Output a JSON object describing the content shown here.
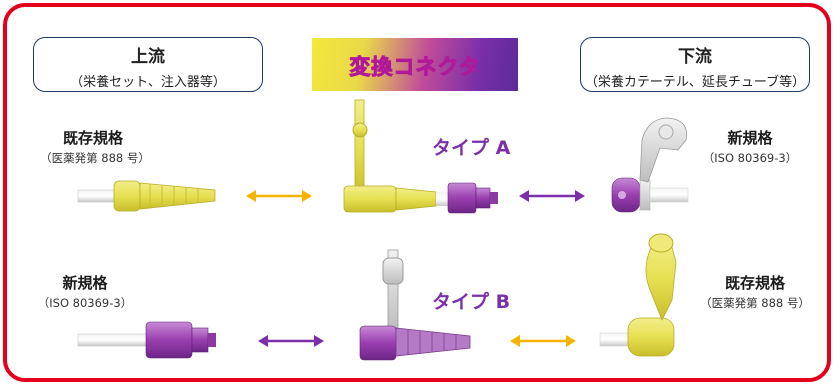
{
  "upstream": {
    "title": "上流",
    "subtitle": "（栄養セット、注入器等）"
  },
  "downstream": {
    "title": "下流",
    "subtitle": "（栄養カテーテル、延長チューブ等）"
  },
  "banner": {
    "text": "変換コネクタ"
  },
  "row_a": {
    "left_label": "既存規格",
    "left_sub": "（医薬発第 888 号）",
    "type_label": "タイプ A",
    "right_label": "新規格",
    "right_sub": "（ISO 80369-3）"
  },
  "row_b": {
    "left_label": "新規格",
    "left_sub": "（ISO 80369-3）",
    "type_label": "タイプ B",
    "right_label": "既存規格",
    "right_sub": "（医薬発第 888 号）"
  },
  "colors": {
    "frame": "#e3001b",
    "yellow": "#e8e35a",
    "purple": "#9a3fb0",
    "arrow_yellow": "#f5b400",
    "arrow_purple": "#7b2fa8"
  }
}
